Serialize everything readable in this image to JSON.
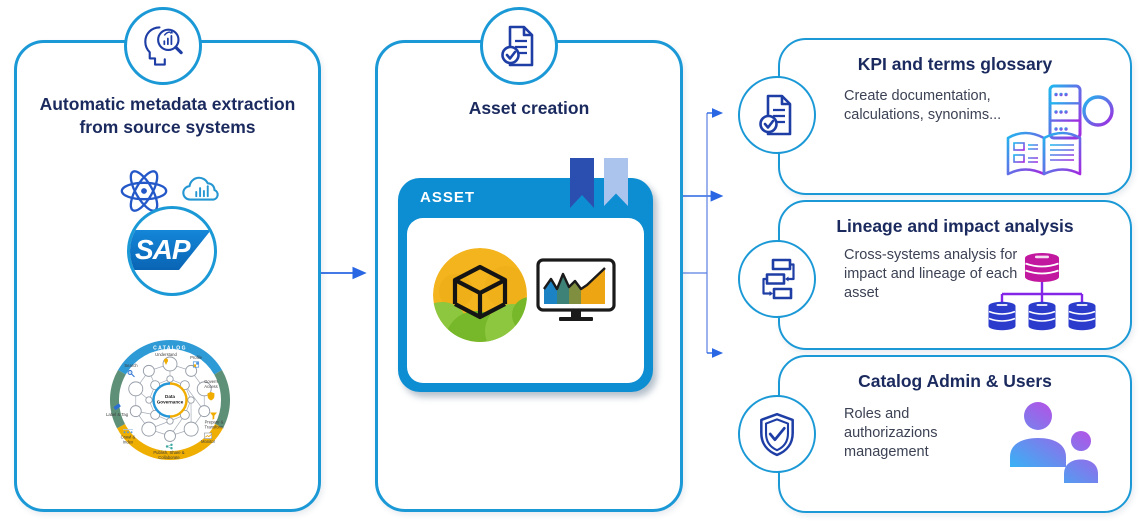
{
  "diagram": {
    "left_panel": {
      "title": "Automatic metadata extraction from source systems",
      "source_icons": [
        "atom-icon",
        "cloud-analytics-icon",
        "sap-logo"
      ],
      "sap_logo_text": "SAP",
      "catalog_wheel": {
        "band_label": "CATALOG",
        "center_label": "Data\nGovernance",
        "labels": {
          "understand": "Understand",
          "profile": "Profile",
          "govern_access": "Govern\nAccess",
          "prepare_transform": "Prepare &\nTransform",
          "monitor": "Monitor",
          "publish_share_collaborate": "Publish, Share &\nCollaborate",
          "crawl_index": "Crawl &\nIndex",
          "label_tag": "Label & Tag",
          "search": "Search"
        }
      }
    },
    "middle_panel": {
      "title": "Asset creation",
      "asset_card": {
        "header_label": "ASSET",
        "icons": [
          "datasphere-globe-icon",
          "analytics-monitor-icon"
        ]
      }
    },
    "right_panels": [
      {
        "badge_icon": "document-check-icon",
        "title": "KPI and terms glossary",
        "description": "Create documentation, calculations, synonims...",
        "illustration_icon": "glossary-book-search-icon"
      },
      {
        "badge_icon": "flowchart-icon",
        "title": "Lineage and impact analysis",
        "description": "Cross-systems analysis for impact and lineage of each asset",
        "illustration_icon": "database-lineage-icon"
      },
      {
        "badge_icon": "shield-check-icon",
        "title": "Catalog Admin & Users",
        "description": "Roles and authorizazions management",
        "illustration_icon": "admin-users-icon"
      }
    ],
    "colors": {
      "panel_border": "#1b99d6",
      "title_navy": "#1b2a5e",
      "arrow_blue": "#2966e3",
      "asset_header_bg": "#0d8ed2",
      "ribbon_dark": "#2b4fb0",
      "ribbon_light": "#abc4ee",
      "sap_blue": "#0d72c9",
      "wheel_blue": "#2e9ad6",
      "wheel_green": "#5e9077",
      "wheel_yellow": "#efae02",
      "gradient_icon_start": "#1fb8ee",
      "gradient_icon_end": "#a428e0",
      "db_magenta": "#c2189f",
      "db_blue": "#2b3ccc",
      "users_purple": "#d03ce2",
      "users_cyan": "#2fb9f6"
    }
  }
}
